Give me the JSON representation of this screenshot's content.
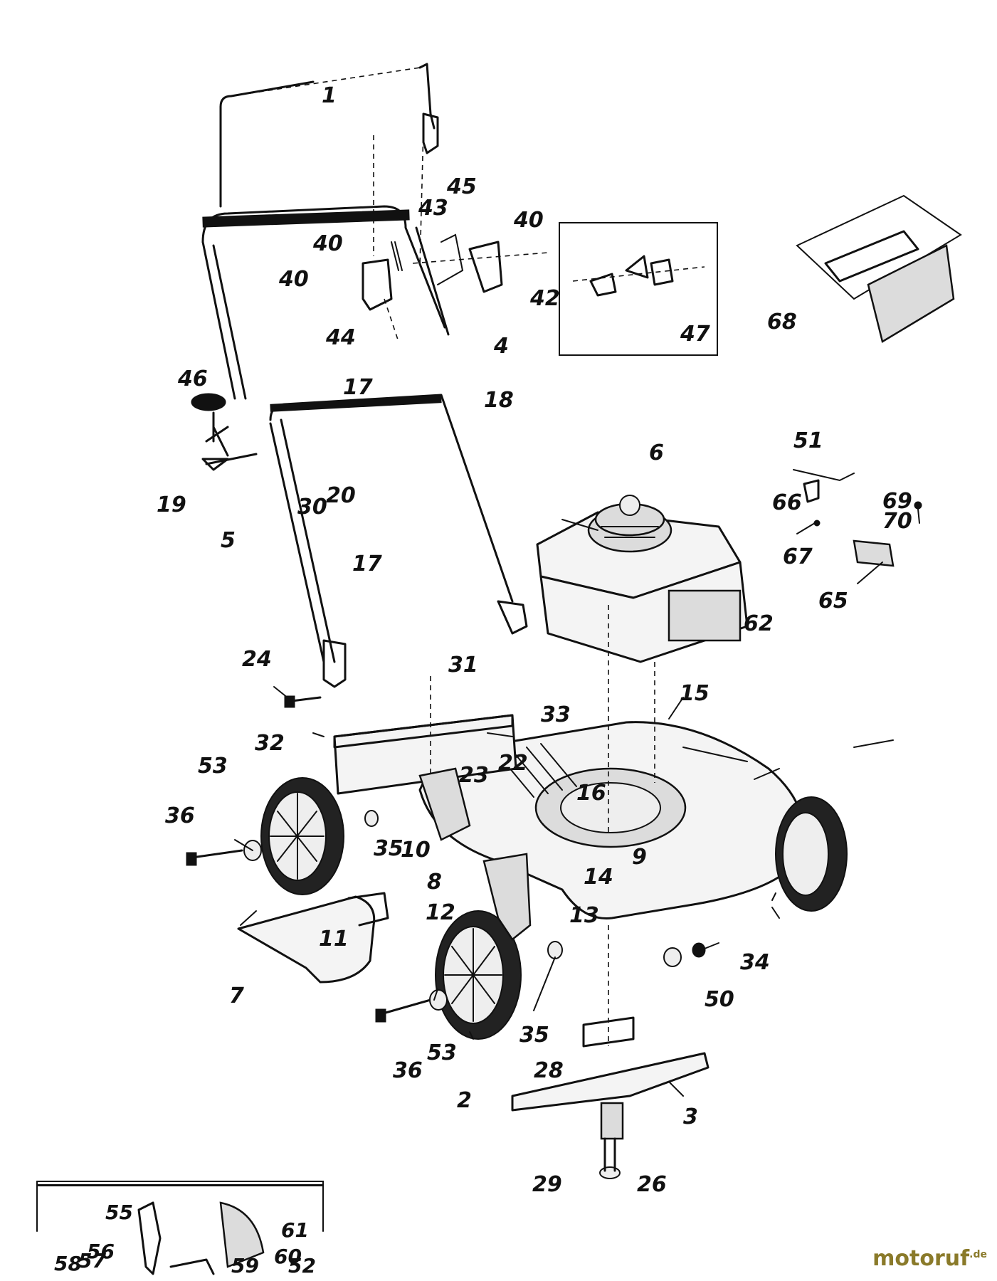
{
  "labels": {
    "l1": "1",
    "l2": "2",
    "l3": "3",
    "l4": "4",
    "l5": "5",
    "l6": "6",
    "l7": "7",
    "l8": "8",
    "l9": "9",
    "l10": "10",
    "l11": "11",
    "l12": "12",
    "l13": "13",
    "l14": "14",
    "l15": "15",
    "l16": "16",
    "l17a": "17",
    "l17b": "17",
    "l18": "18",
    "l19": "19",
    "l20": "20",
    "l22": "22",
    "l23": "23",
    "l24": "24",
    "l26": "26",
    "l28": "28",
    "l29": "29",
    "l30": "30",
    "l31": "31",
    "l32": "32",
    "l33": "33",
    "l34": "34",
    "l35a": "35",
    "l35b": "35",
    "l36a": "36",
    "l36b": "36",
    "l40a": "40",
    "l40b": "40",
    "l40c": "40",
    "l42": "42",
    "l43": "43",
    "l44": "44",
    "l45": "45",
    "l46": "46",
    "l47": "47",
    "l50": "50",
    "l51": "51",
    "l52": "52",
    "l53a": "53",
    "l53b": "53",
    "l55": "55",
    "l56": "56",
    "l57": "57",
    "l58": "58",
    "l59": "59",
    "l60": "60",
    "l61": "61",
    "l62": "62",
    "l65": "65",
    "l66": "66",
    "l67": "67",
    "l68": "68",
    "l69": "69",
    "l70": "70"
  },
  "watermark": {
    "brand": "motoruf",
    "tld": ".de"
  }
}
